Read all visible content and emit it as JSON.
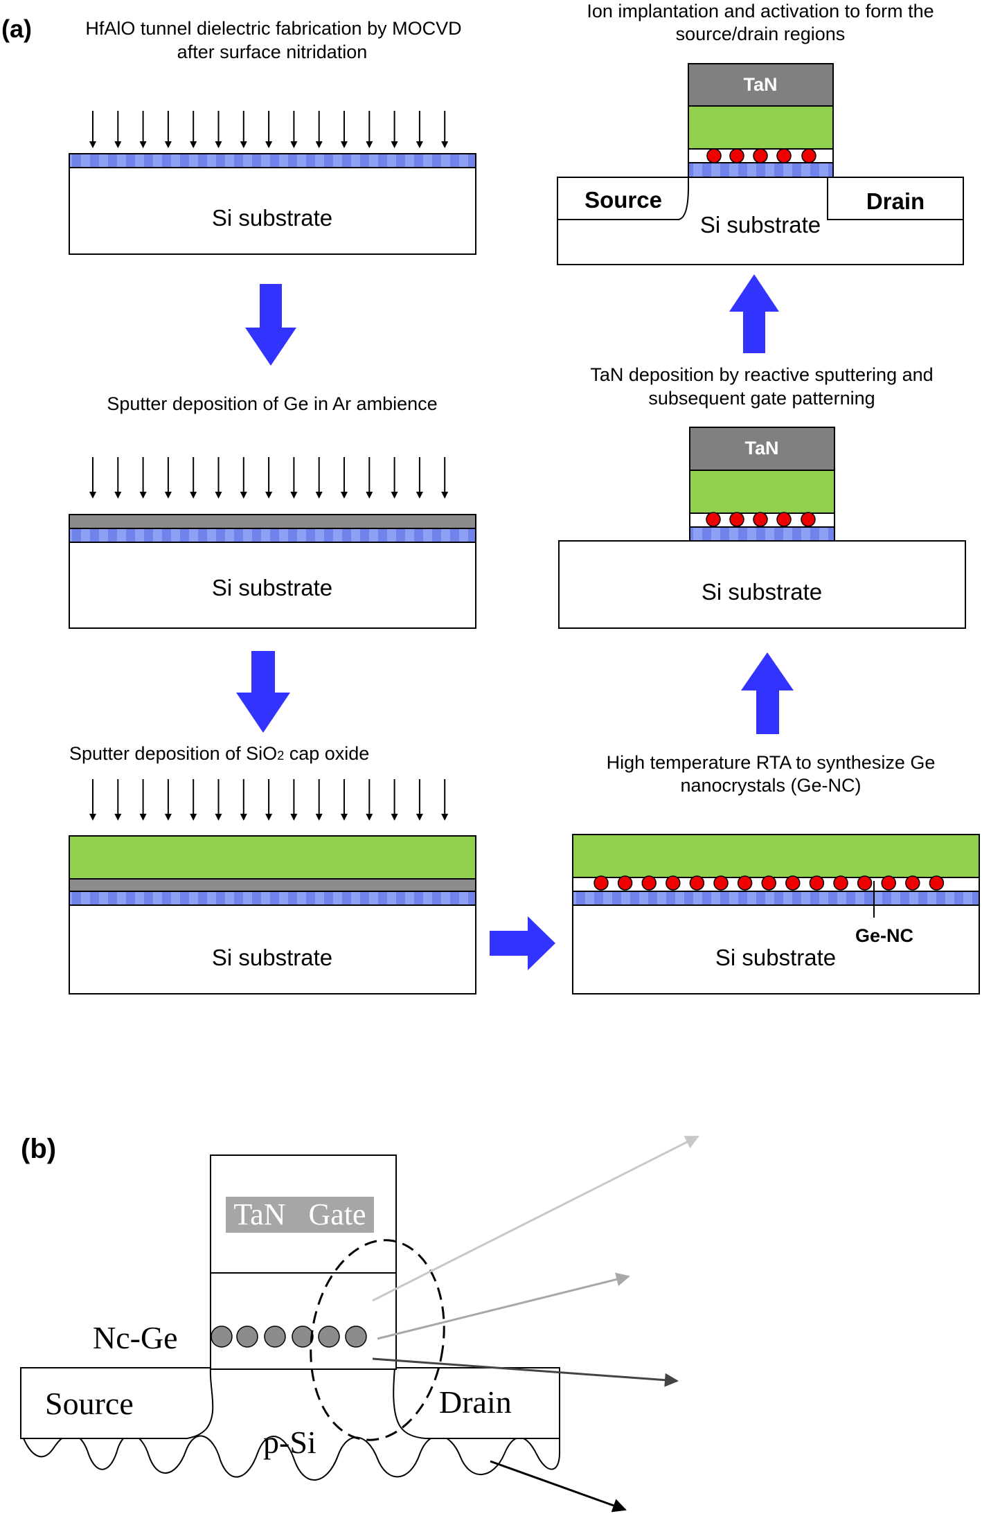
{
  "panel_a": {
    "label": "(a)",
    "step1_line1": "HfAlO tunnel dielectric fabrication by MOCVD",
    "step1_line2": "after surface nitridation",
    "step2": "Sputter deposition of Ge in Ar ambience",
    "step3_prefix": "Sputter deposition of SiO",
    "step3_sub": "2",
    "step3_suffix": " cap oxide",
    "step4_line1": "High temperature RTA to synthesize Ge",
    "step4_line2": "nanocrystals (Ge-NC)",
    "step5_line1": "TaN deposition by reactive sputtering and",
    "step5_line2": "subsequent gate patterning",
    "step6_line1": "Ion implantation and activation to form the",
    "step6_line2": "source/drain regions",
    "substrate_label": "Si substrate",
    "gate_label": "TaN",
    "source_label": "Source",
    "drain_label": "Drain",
    "genc_label": "Ge-NC"
  },
  "panel_b": {
    "label": "(b)",
    "gate_label": "TaN   Gate",
    "ncge_label": "Nc-Ge",
    "source_label": "Source",
    "drain_label": "Drain",
    "psi_label": "p-Si"
  },
  "colors": {
    "process_arrow": "#3333ff",
    "tunnel_oxide": "#7b8ff0",
    "ge_layer": "#8c8c8c",
    "cap_oxide": "#92d050",
    "tan_gate": "#808080",
    "nanocrystal": "#ee0000",
    "nanocrystal_b": "#8c8c8c"
  }
}
